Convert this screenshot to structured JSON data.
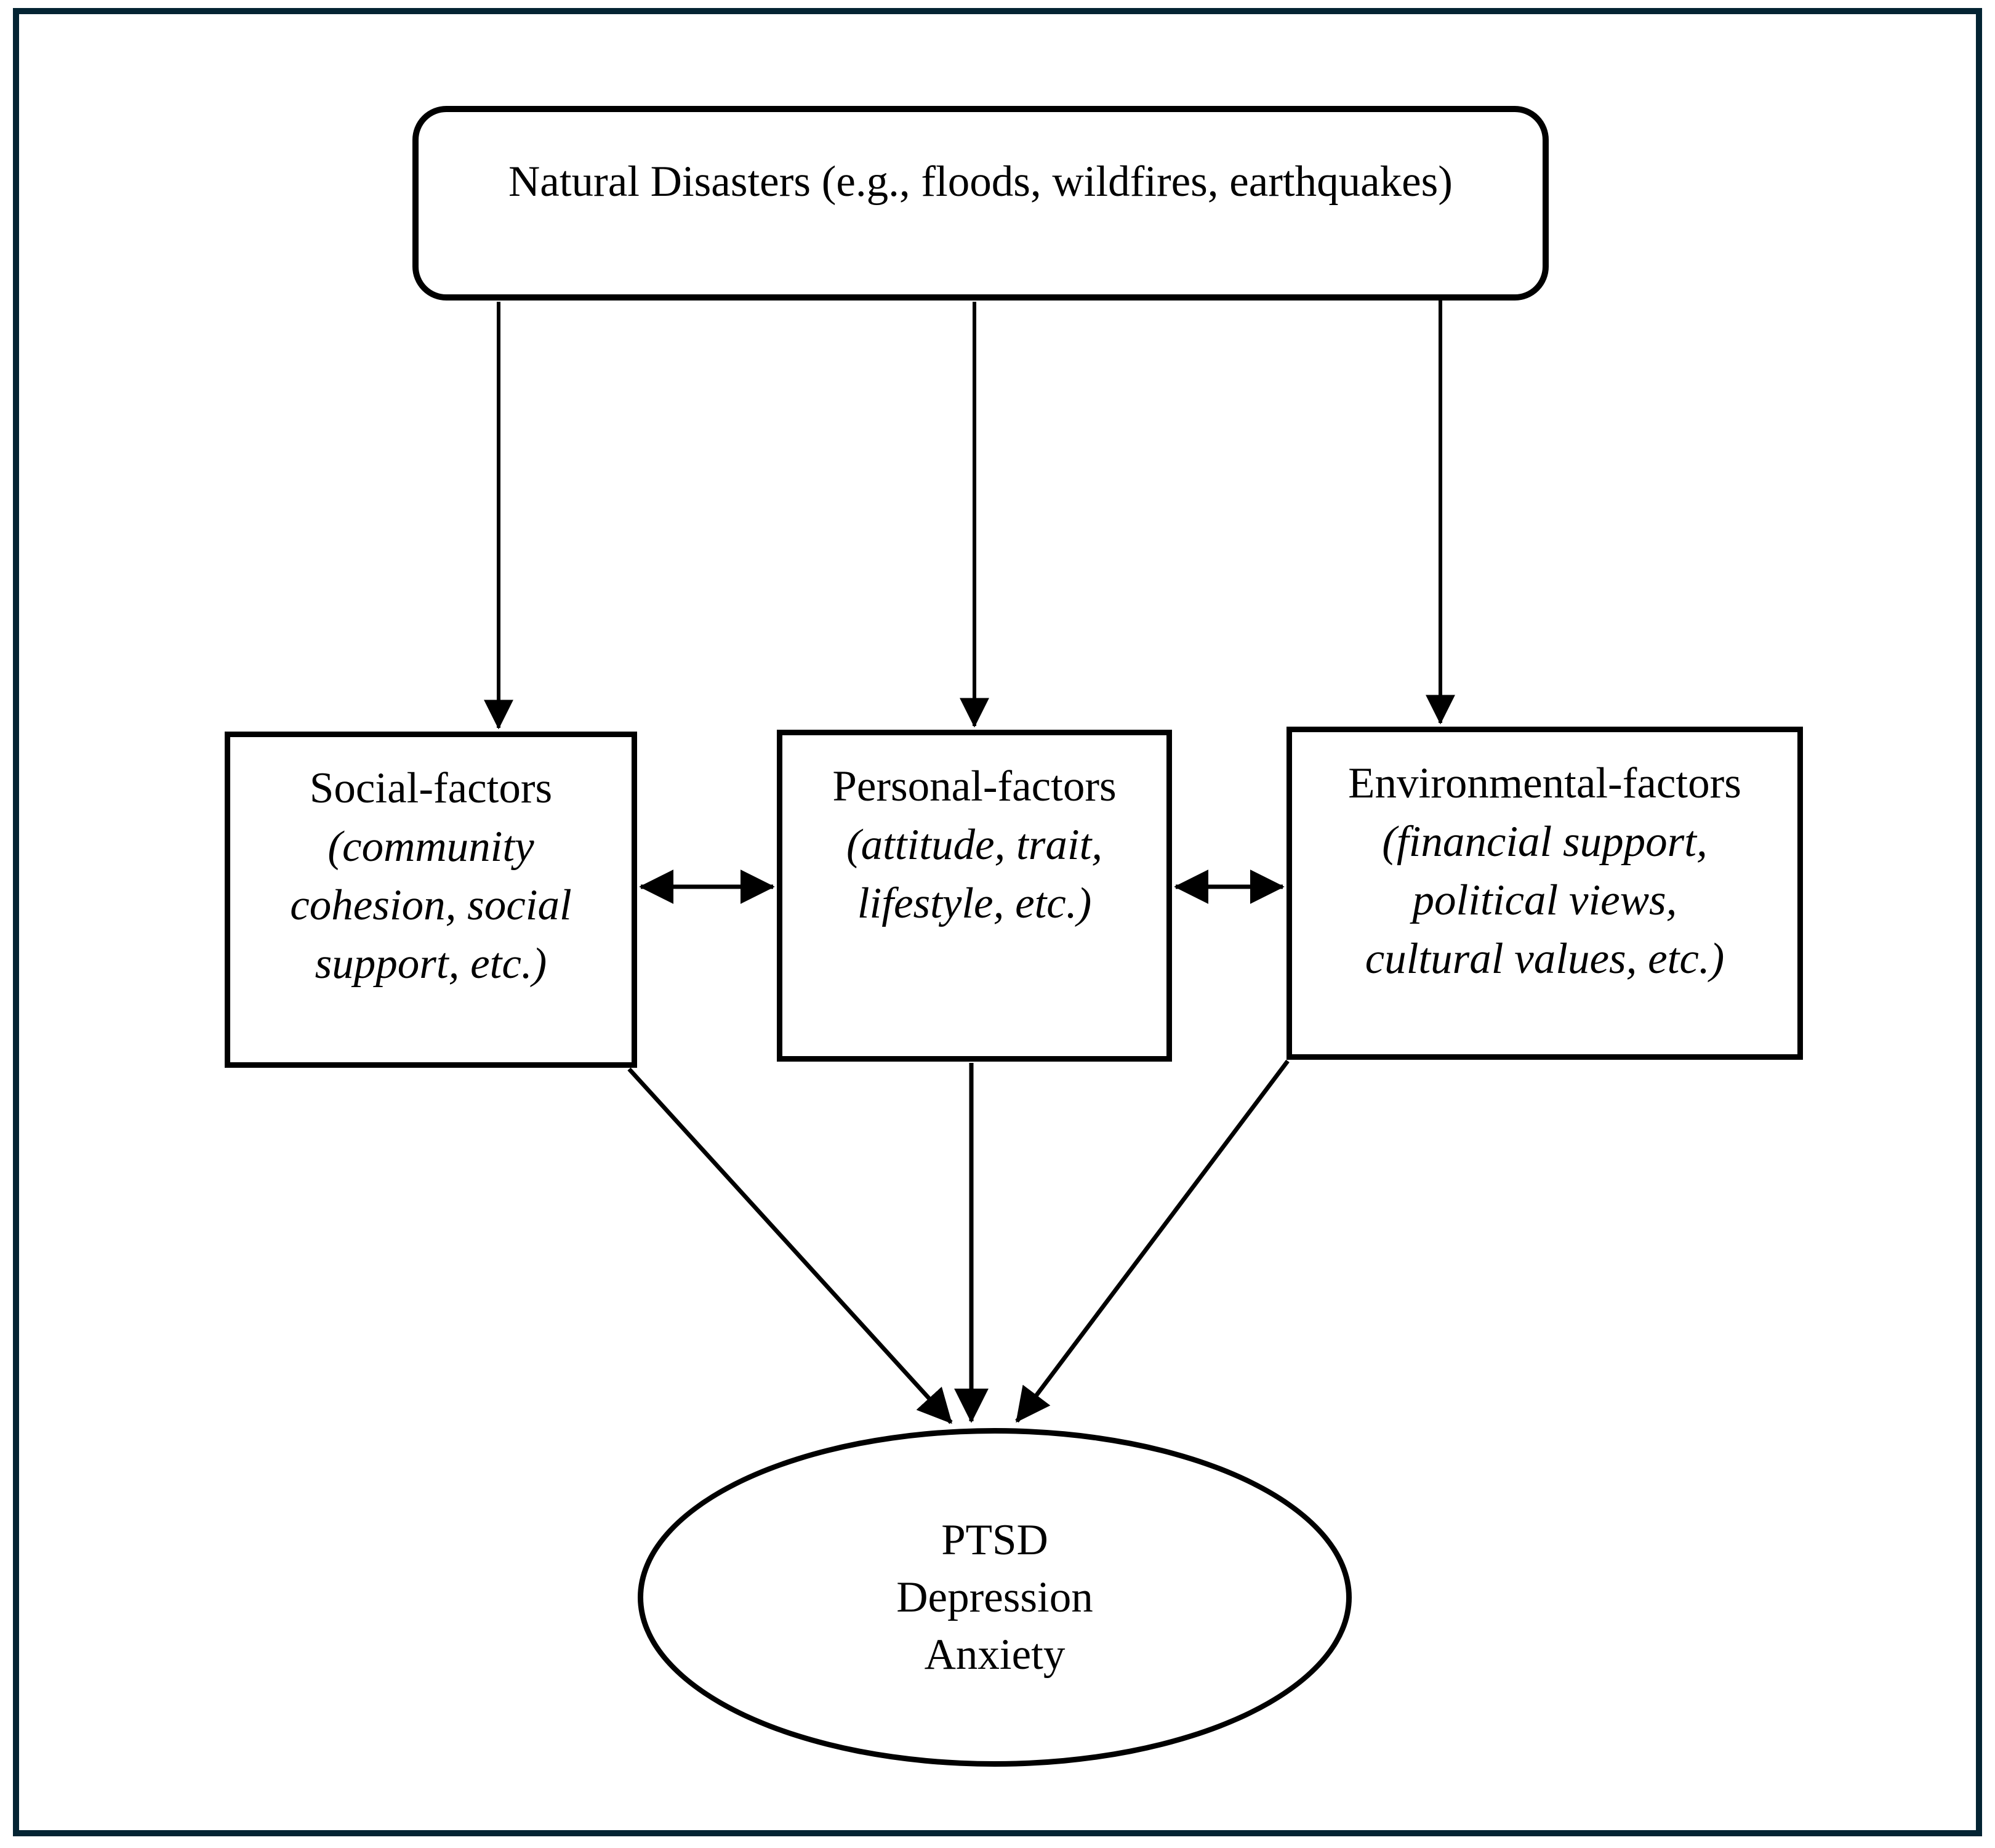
{
  "figure": {
    "type": "flow-diagram",
    "colors": {
      "frame": "#042433",
      "shape_stroke": "#000000",
      "text": "#000000",
      "background": "#ffffff"
    },
    "nodes": {
      "natural_disasters": {
        "shape": "rounded-rectangle",
        "label": "Natural Disasters (e.g., floods, wildfires, earthquakes)"
      },
      "social": {
        "shape": "rectangle",
        "title": "Social-factors",
        "detail_lines": [
          "(community",
          "cohesion, social",
          "support, etc.)"
        ]
      },
      "personal": {
        "shape": "rectangle",
        "title": "Personal-factors",
        "detail_lines": [
          "(attitude, trait,",
          "lifestyle, etc.)"
        ]
      },
      "environmental": {
        "shape": "rectangle",
        "title": "Environmental-factors",
        "detail_lines": [
          "(financial support,",
          "political views,",
          "cultural values, etc.)"
        ]
      },
      "outcomes": {
        "shape": "ellipse",
        "lines": [
          "PTSD",
          "Depression",
          "Anxiety"
        ]
      }
    },
    "edges": [
      {
        "from": "natural_disasters",
        "to": "social",
        "style": "arrow"
      },
      {
        "from": "natural_disasters",
        "to": "personal",
        "style": "arrow"
      },
      {
        "from": "natural_disasters",
        "to": "environmental",
        "style": "arrow"
      },
      {
        "from": "social",
        "to": "personal",
        "style": "double-arrow"
      },
      {
        "from": "personal",
        "to": "environmental",
        "style": "double-arrow"
      },
      {
        "from": "social",
        "to": "outcomes",
        "style": "arrow"
      },
      {
        "from": "personal",
        "to": "outcomes",
        "style": "arrow"
      },
      {
        "from": "environmental",
        "to": "outcomes",
        "style": "arrow"
      }
    ]
  }
}
